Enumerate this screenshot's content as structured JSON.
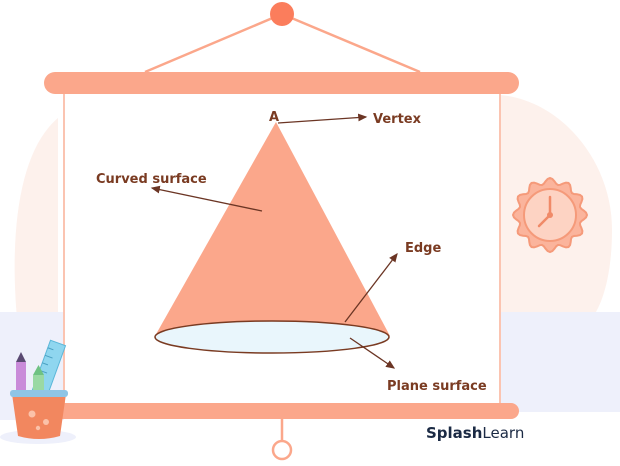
{
  "diagram": {
    "labels": {
      "vertex_letter": "A",
      "vertex": "Vertex",
      "curved_surface": "Curved surface",
      "edge": "Edge",
      "plane_surface": "Plane surface"
    }
  },
  "brand": {
    "name_bold": "Splash",
    "name_regular": "Learn"
  },
  "colors": {
    "cone_fill": "#fba78b",
    "frame": "#fba78b",
    "label_text": "#7a3b22",
    "base_fill": "#e9f6fc",
    "brand_text": "#1b2a44"
  },
  "icons": [
    "wall-clock-icon",
    "pencil-cup-icon",
    "ruler-icon",
    "pencil-icon",
    "pen-icon"
  ]
}
